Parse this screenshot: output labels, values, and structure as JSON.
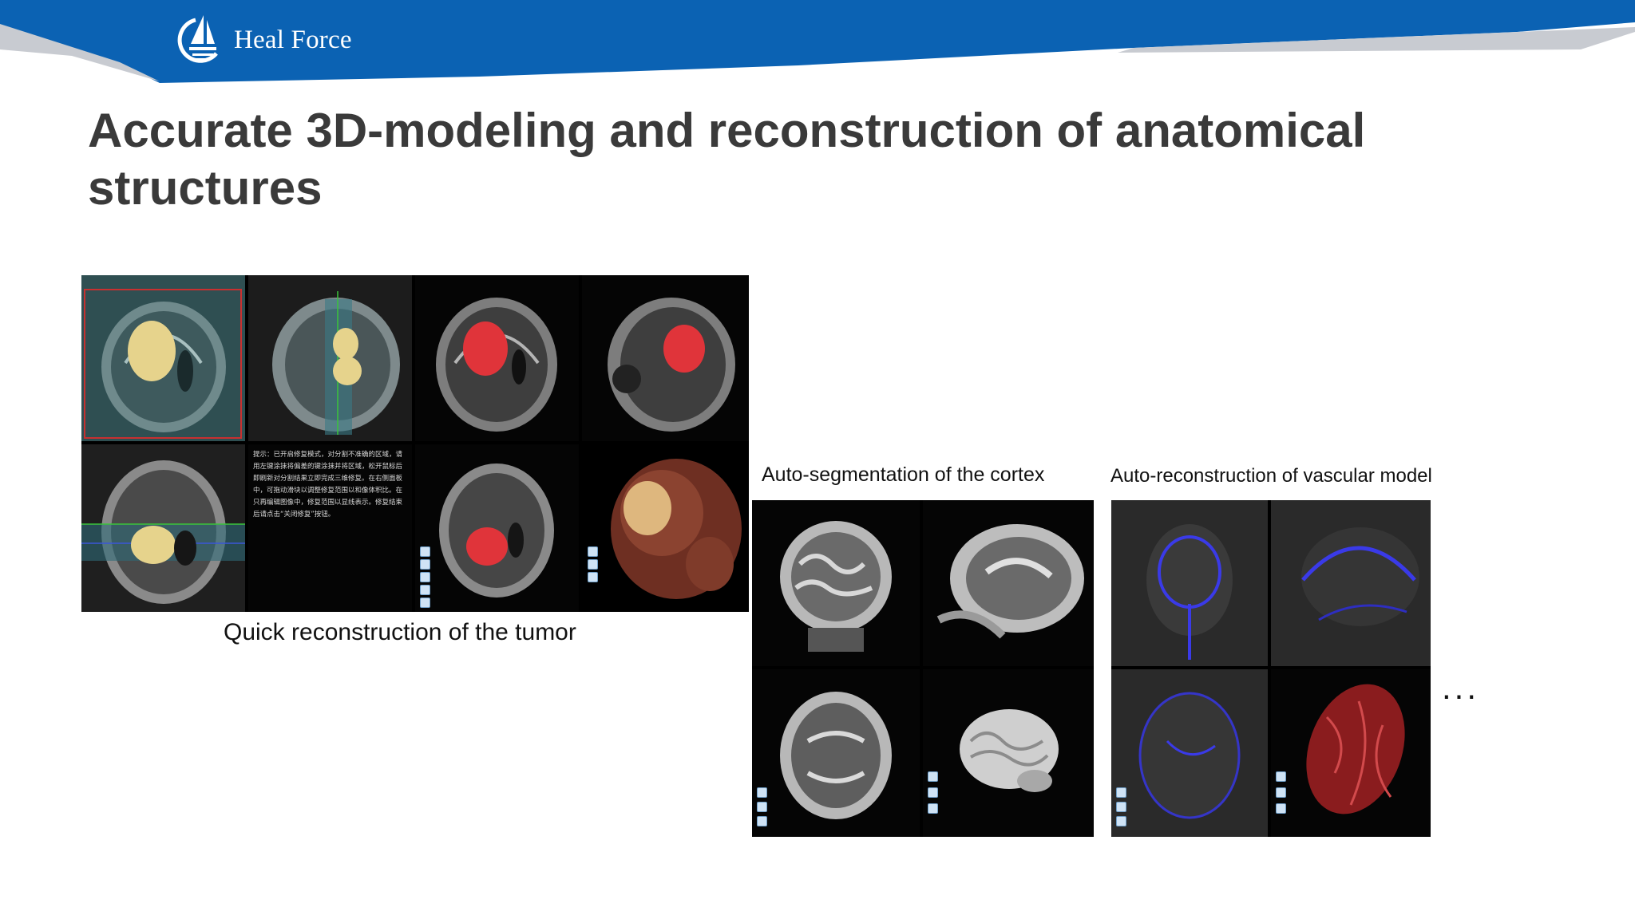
{
  "header": {
    "brand": "Heal Force",
    "colors": {
      "banner": "#0a64b4",
      "banner_dark": "#0a5aa8",
      "swoosh": "#c9ccd2"
    }
  },
  "slide": {
    "title": "Accurate 3D-modeling and reconstruction of anatomical structures",
    "more_indicator": "..."
  },
  "figures": {
    "tumor": {
      "caption": "Quick reconstruction of the tumor",
      "instruction_text": "提示：已开启修复模式，对分割不准确的区域，请用左键涂抹将偏差的键涂抹并将区域，松开鼠标后即刷新对分割结果立即完成三维修复。在右侧面板中，可拖动滑块以调整修复范围以和像体积比。在只再编辑图像中，修复范围以显线表示。修复结束后请点击“关闭修复”按钮。"
    },
    "cortex": {
      "caption": "Auto-segmentation of the cortex"
    },
    "vascular": {
      "caption": "Auto-reconstruction of vascular model"
    }
  }
}
